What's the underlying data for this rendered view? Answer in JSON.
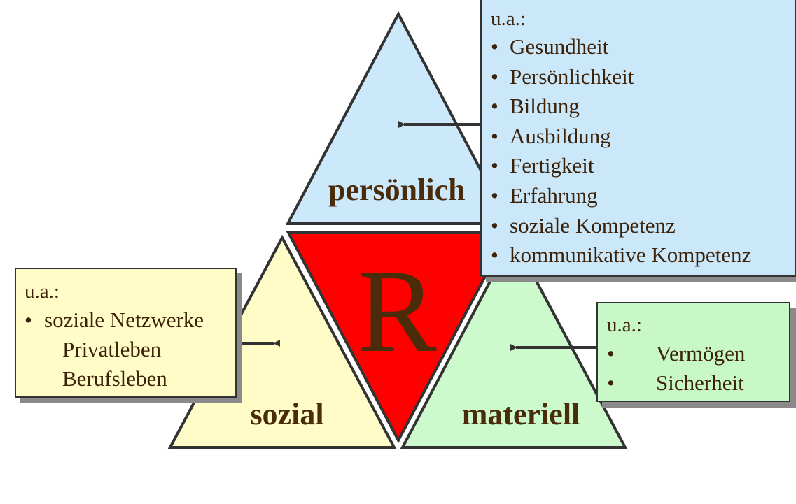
{
  "triangles": {
    "top_label": "persönlich",
    "left_label": "sozial",
    "right_label": "materiell",
    "center_letter": "R"
  },
  "colors": {
    "top_fill": "#cce9fb",
    "left_fill": "#fffcc8",
    "right_fill": "#ccfacc",
    "center_fill": "#ff0000",
    "text": "#4a2c0a"
  },
  "boxes": {
    "personal": {
      "header": "u.a.:",
      "items": [
        "Gesundheit",
        "Persönlichkeit",
        "Bildung",
        "Ausbildung",
        "Fertigkeit",
        "Erfahrung",
        "soziale Kompetenz",
        "kommunikative Kompetenz"
      ]
    },
    "social": {
      "header": "u.a.:",
      "items": [
        "soziale Netzwerke",
        "Privatleben",
        "Berufsleben"
      ]
    },
    "material": {
      "header": "u.a.:",
      "items": [
        "Vermögen",
        "Sicherheit"
      ]
    }
  },
  "bullet": "•"
}
